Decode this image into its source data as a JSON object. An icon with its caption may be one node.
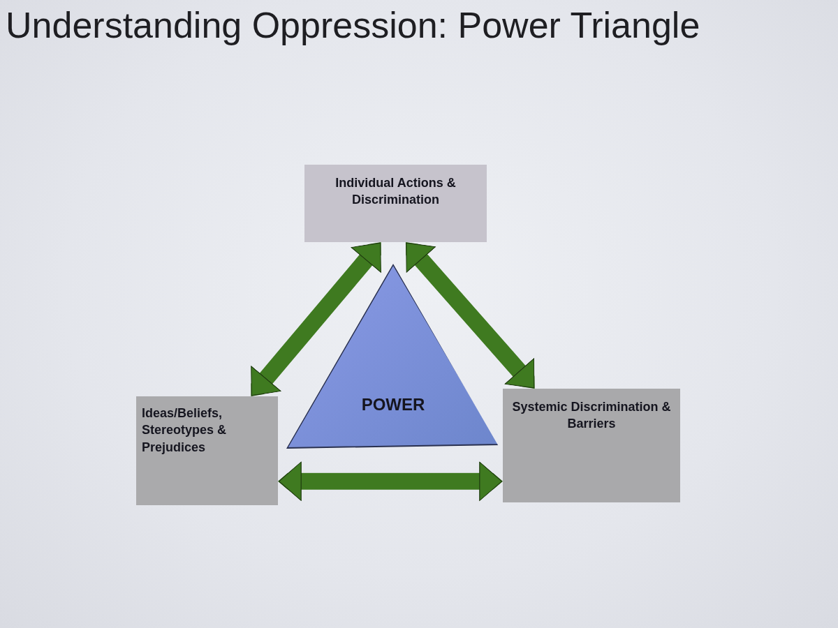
{
  "diagram": {
    "title": "Understanding Oppression: Power Triangle",
    "nodes": [
      {
        "text": [
          "Individual Actions & Discrimination"
        ]
      },
      {
        "text": [
          "POWER"
        ]
      },
      {
        "text": [
          "Ideas/Beliefs, Stereotypes & Prejudices"
        ]
      },
      {
        "text": [
          "Systemic Discrimination & Barriers"
        ]
      }
    ],
    "edges": [
      {
        "from": 0,
        "to": 2,
        "arrow": "both"
      },
      {
        "from": 0,
        "to": 3,
        "arrow": "both"
      },
      {
        "from": 2,
        "to": 3,
        "arrow": "both"
      }
    ]
  }
}
